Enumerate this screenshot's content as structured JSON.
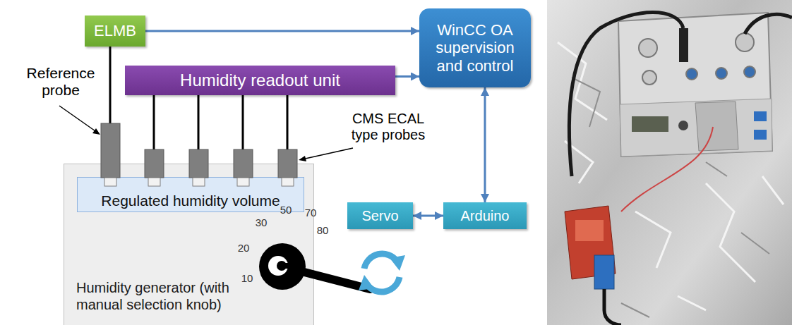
{
  "diagram": {
    "nodes": [
      {
        "text": [
          "ELMB"
        ]
      },
      {
        "text": [
          "WinCC OA supervision and control"
        ]
      },
      {
        "text": [
          "Humidity readout unit"
        ]
      },
      {
        "text": [
          "Humidity generator (with manual selection knob)"
        ]
      },
      {
        "text": [
          "Regulated humidity volume"
        ],
        "in": 3
      },
      {
        "text": [
          "Servo"
        ]
      },
      {
        "text": [
          "Arduino"
        ]
      }
    ],
    "edges": [
      {
        "from": 0,
        "to": 1,
        "arrow": "to"
      },
      {
        "from": 2,
        "to": 1,
        "arrow": "to"
      },
      {
        "from": 1,
        "to": 6,
        "arrow": "both"
      },
      {
        "from": 5,
        "to": 6,
        "arrow": "both"
      }
    ],
    "labels": [
      "Reference probe",
      "CMS ECAL type probes",
      "10",
      "20",
      "30",
      "50",
      "70",
      "80"
    ]
  }
}
